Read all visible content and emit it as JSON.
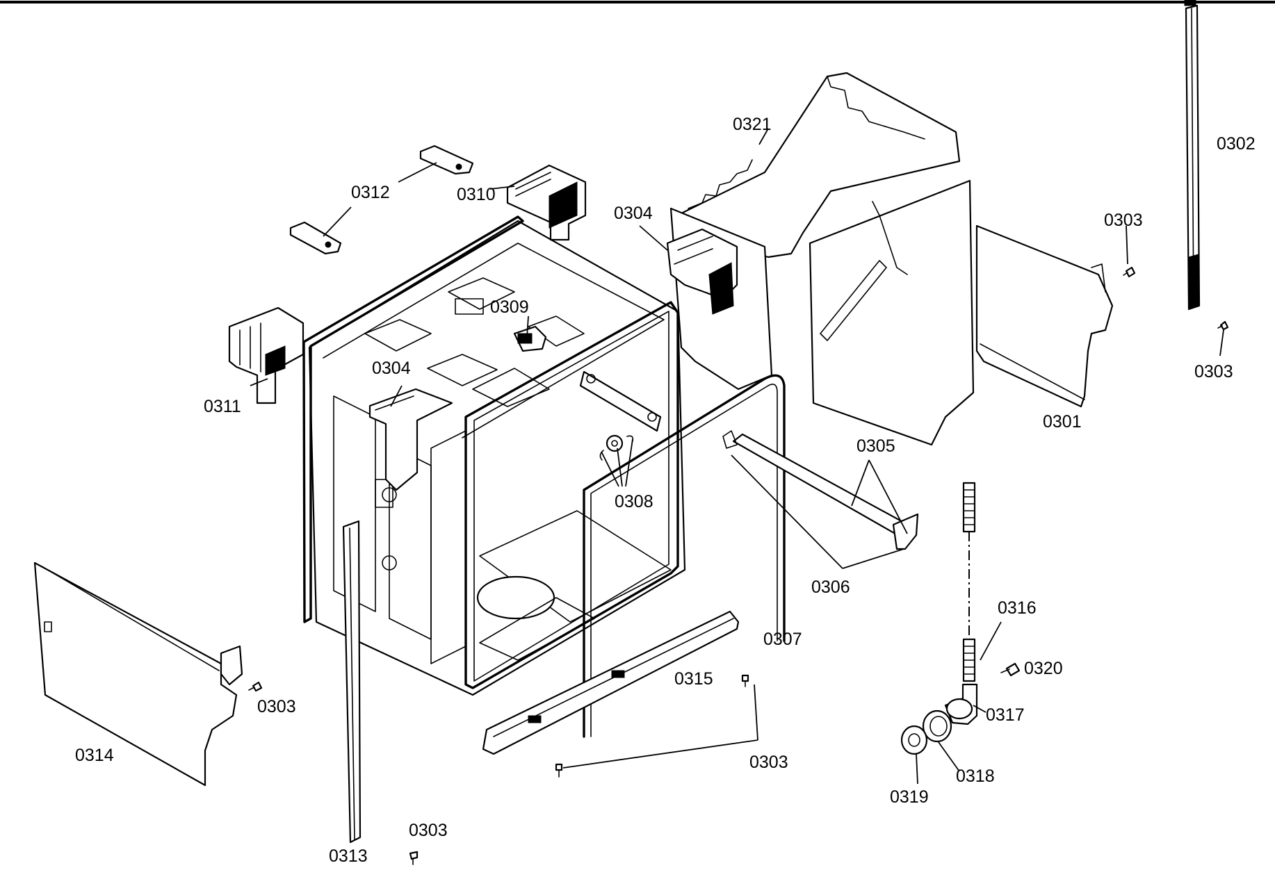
{
  "diagram": {
    "callouts": [
      {
        "id": "0301",
        "label": "0301"
      },
      {
        "id": "0302",
        "label": "0302"
      },
      {
        "id": "0303",
        "label": "0303"
      },
      {
        "id": "0304",
        "label": "0304"
      },
      {
        "id": "0305",
        "label": "0305"
      },
      {
        "id": "0306",
        "label": "0306"
      },
      {
        "id": "0307",
        "label": "0307"
      },
      {
        "id": "0308",
        "label": "0308"
      },
      {
        "id": "0309",
        "label": "0309"
      },
      {
        "id": "0310",
        "label": "0310"
      },
      {
        "id": "0311",
        "label": "0311"
      },
      {
        "id": "0312",
        "label": "0312"
      },
      {
        "id": "0313",
        "label": "0313"
      },
      {
        "id": "0314",
        "label": "0314"
      },
      {
        "id": "0315",
        "label": "0315"
      },
      {
        "id": "0316",
        "label": "0316"
      },
      {
        "id": "0317",
        "label": "0317"
      },
      {
        "id": "0318",
        "label": "0318"
      },
      {
        "id": "0319",
        "label": "0319"
      },
      {
        "id": "0320",
        "label": "0320"
      },
      {
        "id": "0321",
        "label": "0321"
      }
    ]
  }
}
